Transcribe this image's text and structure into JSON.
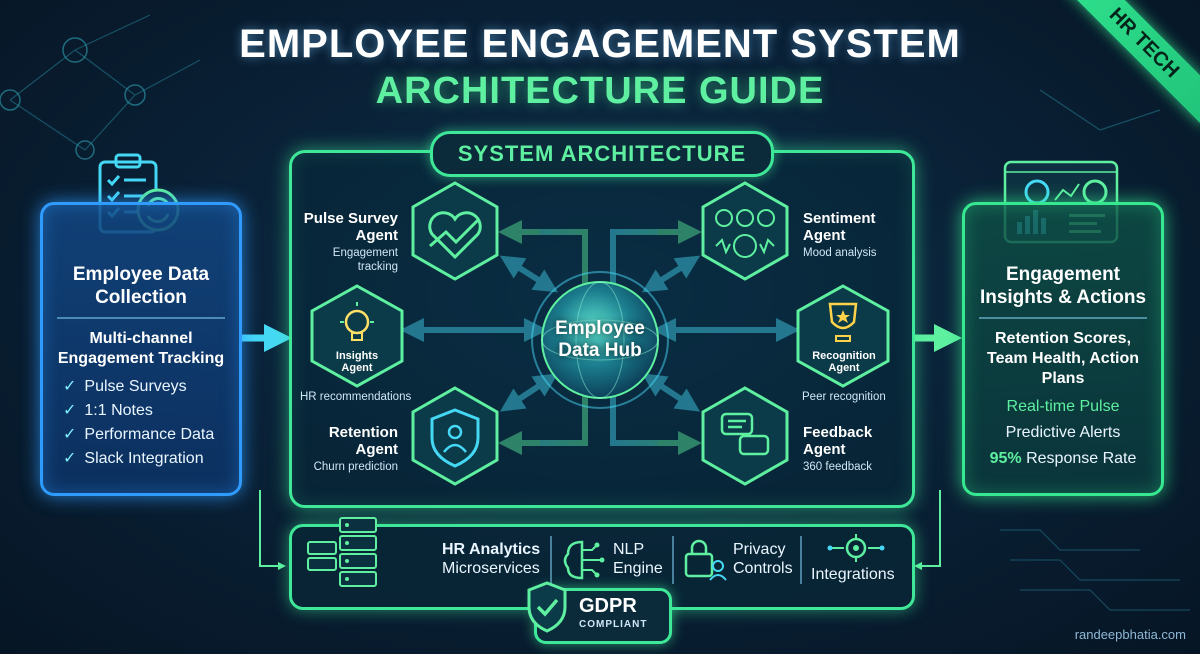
{
  "header": {
    "title_line1": "EMPLOYEE ENGAGEMENT SYSTEM",
    "title_line2": "ARCHITECTURE GUIDE",
    "corner_badge": "HR TECH"
  },
  "left_panel": {
    "title_line1": "Employee Data",
    "title_line2": "Collection",
    "subtitle_line1": "Multi-channel",
    "subtitle_line2": "Engagement Tracking",
    "check_symbol": "✓",
    "items": [
      "Pulse Surveys",
      "1:1 Notes",
      "Performance Data",
      "Slack Integration"
    ],
    "icon": "clipboard-refresh-icon"
  },
  "center": {
    "tag": "SYSTEM ARCHITECTURE",
    "hub_line1": "Employee",
    "hub_line2": "Data Hub",
    "agents": [
      {
        "name_line1": "Pulse Survey",
        "name_line2": "Agent",
        "desc_line1": "Engagement",
        "desc_line2": "tracking",
        "icon": "heart-trend-icon"
      },
      {
        "name_line1": "Insights",
        "name_line2": "Agent",
        "desc_line1": "HR recommendations",
        "icon": "lightbulb-icon"
      },
      {
        "name_line1": "Retention",
        "name_line2": "Agent",
        "desc_line1": "Churn prediction",
        "icon": "person-shield-icon"
      },
      {
        "name_line1": "Sentiment",
        "name_line2": "Agent",
        "desc_line1": "Mood analysis",
        "icon": "emoji-faces-icon"
      },
      {
        "name_line1": "Recognition",
        "name_line2": "Agent",
        "desc_line1": "Peer recognition",
        "icon": "trophy-icon"
      },
      {
        "name_line1": "Feedback",
        "name_line2": "Agent",
        "desc_line1": "360 feedback",
        "icon": "chat-bubbles-icon"
      }
    ]
  },
  "right_panel": {
    "title_line1": "Engagement",
    "title_line2": "Insights & Actions",
    "subtitle_line1": "Retention Scores,",
    "subtitle_line2": "Team Health, Action",
    "subtitle_line3": "Plans",
    "realtime": "Real-time Pulse",
    "alerts": "Predictive Alerts",
    "response_pct": "95%",
    "response_text": "Response Rate",
    "icon": "dashboard-icon",
    "colors": {
      "accent_green": "#5ef0a0"
    }
  },
  "bottom": {
    "items": [
      {
        "line1": "HR Analytics",
        "line2": "Microservices",
        "icon": "server-rack-icon"
      },
      {
        "line1": "NLP",
        "line2": "Engine",
        "icon": "brain-circuit-icon"
      },
      {
        "line1": "Privacy",
        "line2": "Controls",
        "icon": "lock-person-icon"
      },
      {
        "line1": "Integrations",
        "icon": "gear-network-icon"
      }
    ],
    "gdpr_line1": "GDPR",
    "gdpr_line2": "COMPLIANT"
  },
  "footer": {
    "credit": "randeepbhatia.com"
  },
  "colors": {
    "blue": "#2f9bff",
    "green": "#3ee898",
    "cyan": "#45d8f5"
  }
}
